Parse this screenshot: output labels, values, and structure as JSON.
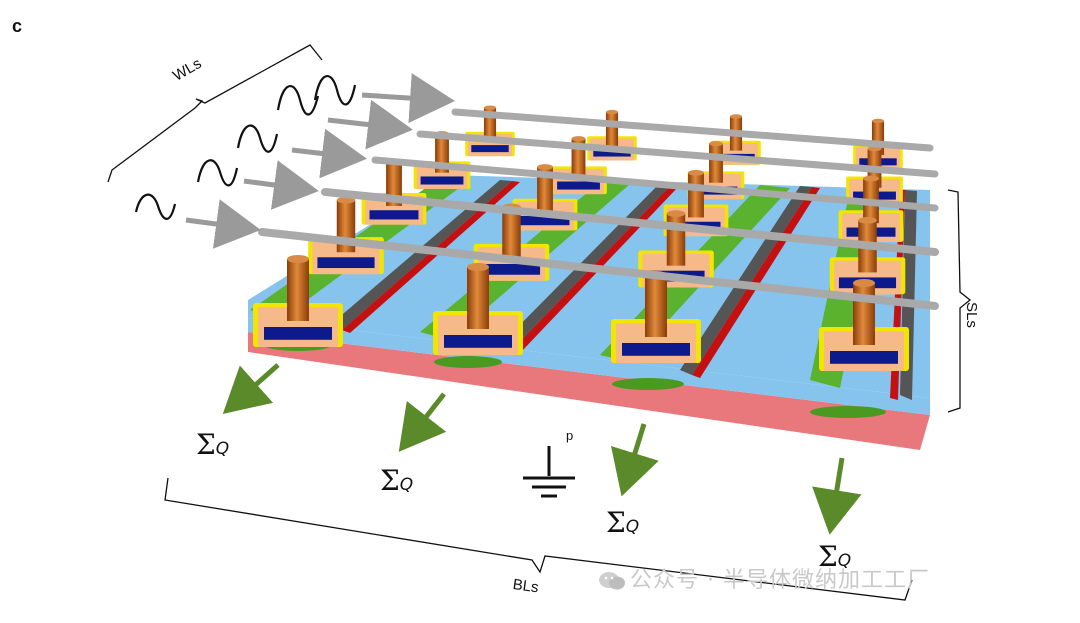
{
  "panel_label": "c",
  "labels": {
    "word_lines": "WLs",
    "source_lines": "SLs",
    "bit_lines": "BLs",
    "ground_terminal": "p"
  },
  "sum_symbol": "Σ",
  "sum_subscript": "Q",
  "watermark": "公众号 · 半导体微纳加工工厂",
  "colors": {
    "substrate": "#e8787c",
    "oxide": "#86c4ee",
    "well": "#5ab22e",
    "gate": "#f5b98a",
    "spacer": "#f2e600",
    "channel": "#0d1a8c",
    "pillar": "#c8621a",
    "word_line": "#a9a9a9",
    "arrow_in": "#9a9a9a",
    "arrow_out": "#5a8a2a",
    "contact_dark": "#555555",
    "contact_red": "#c41010"
  }
}
